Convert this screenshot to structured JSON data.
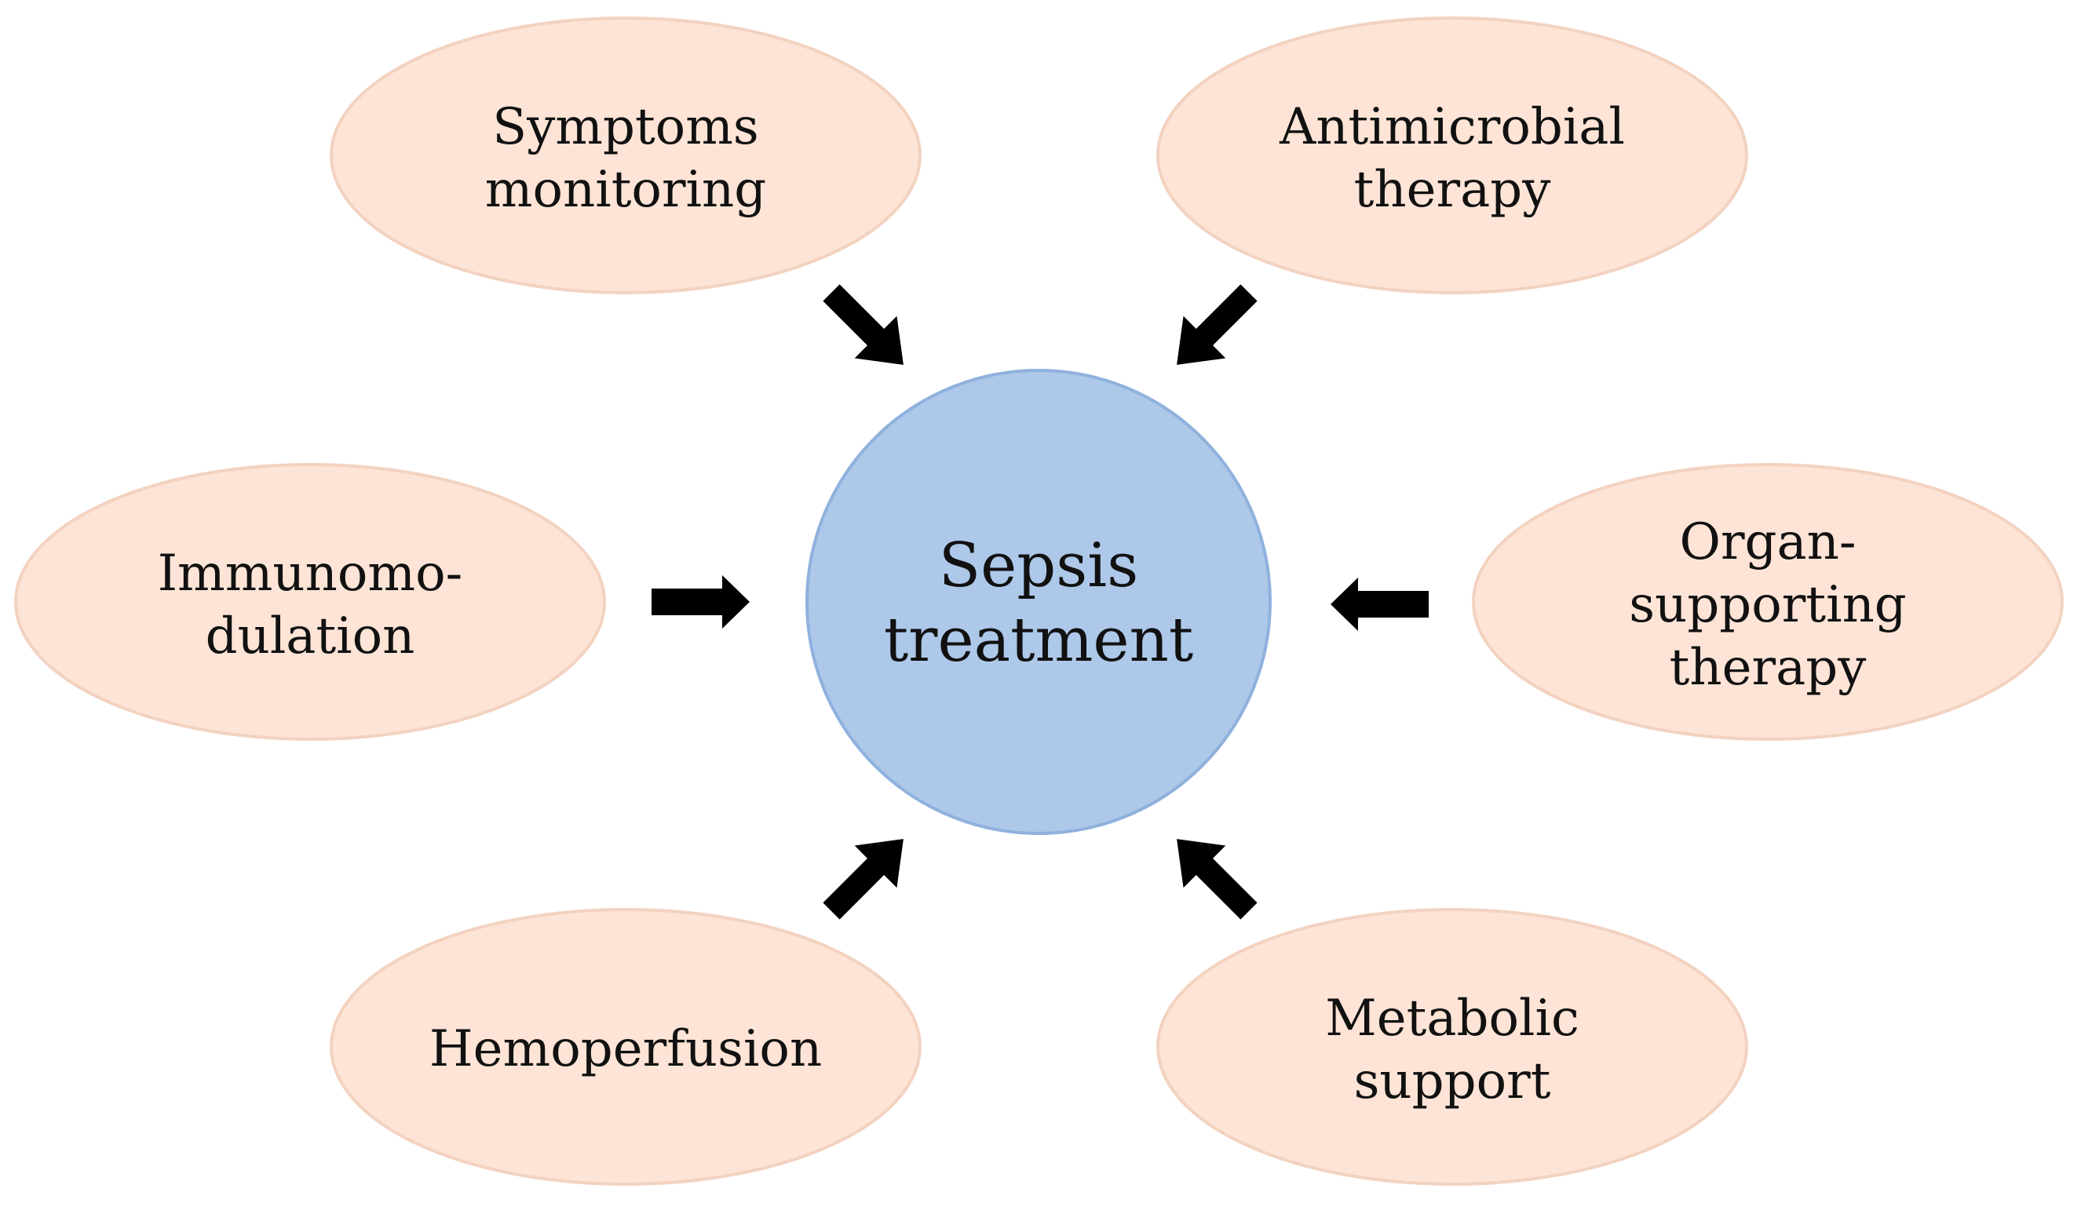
{
  "center": {
    "line1": "Sepsis",
    "line2": "treatment",
    "color": "#adc8e9"
  },
  "nodes": {
    "symptoms": {
      "line1": "Symptoms",
      "line2": "monitoring"
    },
    "antimicrobial": {
      "line1": "Antimicrobial",
      "line2": "therapy"
    },
    "immunomodulation": {
      "line1": "Immunomo-",
      "line2": "dulation"
    },
    "organ": {
      "line1": "Organ-",
      "line2": "supporting",
      "line3": "therapy"
    },
    "hemoperfusion": {
      "line1": "Hemoperfusion"
    },
    "metabolic": {
      "line1": "Metabolic",
      "line2": "support"
    }
  },
  "colors": {
    "node_fill": "#fde4d6",
    "arrow": "#000000"
  }
}
